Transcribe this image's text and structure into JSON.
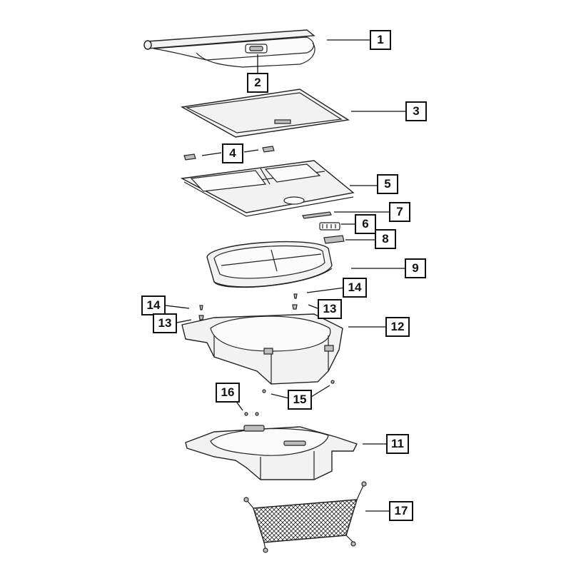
{
  "callouts": {
    "c1": "1",
    "c2": "2",
    "c3": "3",
    "c4": "4",
    "c5": "5",
    "c6": "6",
    "c7": "7",
    "c8": "8",
    "c9": "9",
    "c14a": "14",
    "c14b": "14",
    "c13a": "13",
    "c13b": "13",
    "c12": "12",
    "c16": "16",
    "c15": "15",
    "c11": "11",
    "c17": "17"
  }
}
